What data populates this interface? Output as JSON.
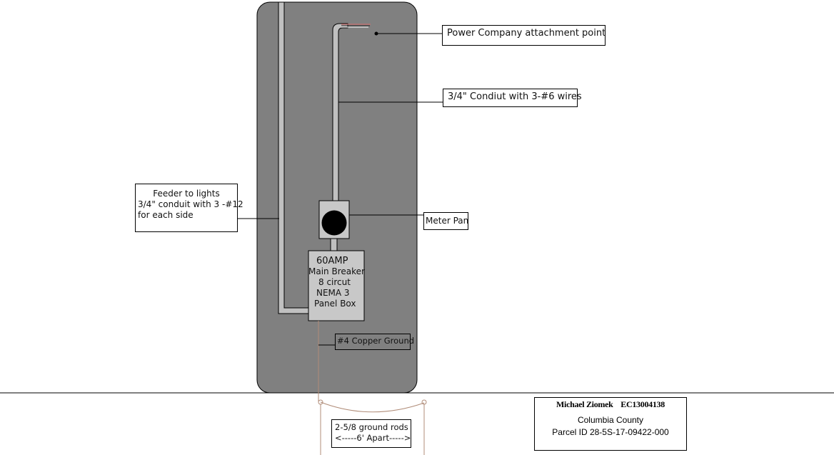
{
  "diagram": {
    "colors": {
      "board": "#808080",
      "conduit": "#c0c0c0",
      "equipment": "#c8c8c8",
      "ground_wire": "#b08c78",
      "hot_wire": "#c87070",
      "ground_line": "#000000"
    },
    "labels": {
      "power_company": "Power Company attachment point",
      "conduit": "3/4\" Condiut with 3-#6 wires",
      "feeder": [
        "Feeder to lights",
        "3/4\" conduit with 3 -#12",
        "for each side"
      ],
      "meter_pan": "Meter Pan",
      "panel": [
        "60AMP",
        "Main Breaker",
        "8 circut",
        "NEMA 3",
        "Panel Box"
      ],
      "copper_ground": "#4 Copper Ground",
      "ground_rods": [
        "2-5/8 ground rods",
        "<-----6' Apart----->"
      ]
    },
    "title_block": {
      "name_line": "Michael Ziomek    EC13004138",
      "county": "Columbia County",
      "parcel": "Parcel ID 28-5S-17-09422-000"
    }
  }
}
